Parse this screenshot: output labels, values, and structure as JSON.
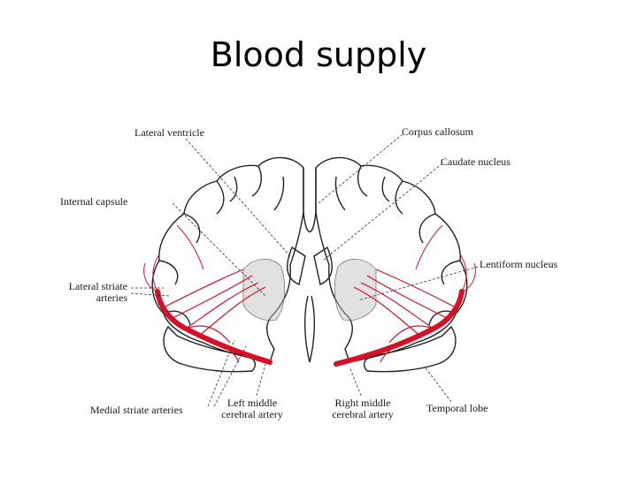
{
  "slide": {
    "title": "Blood supply"
  },
  "colors": {
    "artery": "#d41126",
    "outline": "#222222",
    "nucleus": "#bdbdbd"
  },
  "labels": {
    "lateral_ventricle": "Lateral ventricle",
    "corpus_callosum": "Corpus callosum",
    "caudate_nucleus": "Caudate nucleus",
    "internal_capsule": "Internal capsule",
    "lentiform_nucleus": "Lentiform nucleus",
    "lateral_striate_line1": "Lateral striate",
    "lateral_striate_line2": "arteries",
    "medial_striate": "Medial striate arteries",
    "left_mca_line1": "Left middle",
    "left_mca_line2": "cerebral artery",
    "right_mca_line1": "Right middle",
    "right_mca_line2": "cerebral artery",
    "temporal_lobe": "Temporal lobe"
  }
}
